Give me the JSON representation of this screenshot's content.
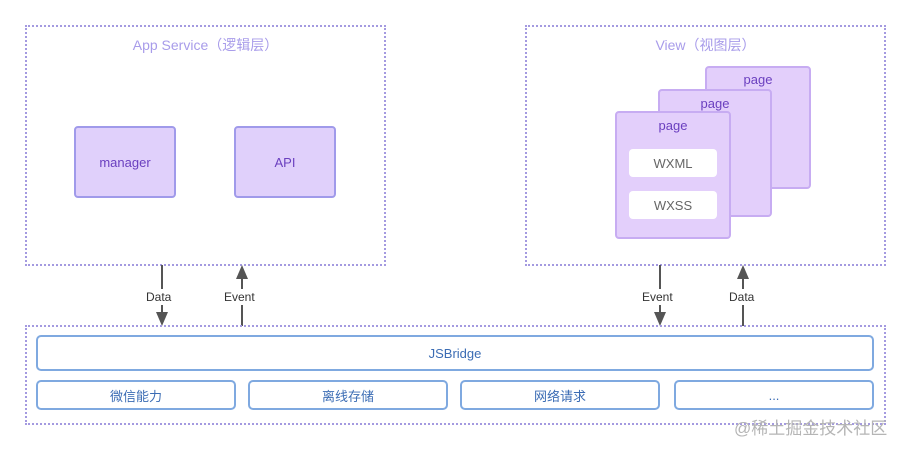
{
  "app_service": {
    "title": "App Service（逻辑层）",
    "boxes": [
      {
        "label": "manager"
      },
      {
        "label": "API"
      }
    ]
  },
  "view": {
    "title": "View（视图层）",
    "pages": [
      {
        "label": "page"
      },
      {
        "label": "page"
      },
      {
        "label": "page"
      }
    ],
    "front_page_items": [
      {
        "label": "WXML"
      },
      {
        "label": "WXSS"
      }
    ]
  },
  "connections": [
    {
      "label": "Data",
      "direction": "down",
      "from": "App Service",
      "to": "JSBridge"
    },
    {
      "label": "Event",
      "direction": "up",
      "from": "JSBridge",
      "to": "App Service"
    },
    {
      "label": "Event",
      "direction": "down",
      "from": "View",
      "to": "JSBridge"
    },
    {
      "label": "Data",
      "direction": "up",
      "from": "JSBridge",
      "to": "View"
    }
  ],
  "native": {
    "bridge_label": "JSBridge",
    "capabilities": [
      {
        "label": "微信能力"
      },
      {
        "label": "离线存储"
      },
      {
        "label": "网络请求"
      },
      {
        "label": "..."
      }
    ]
  },
  "watermark": "@稀土掘金技术社区",
  "colors": {
    "group_border": "#a49ae0",
    "purple_fill": "#e0d0fb",
    "purple_text": "#6a3fbf",
    "blue_border": "#7fa9e0",
    "blue_text": "#3b6cb4",
    "arrow": "#555555"
  }
}
